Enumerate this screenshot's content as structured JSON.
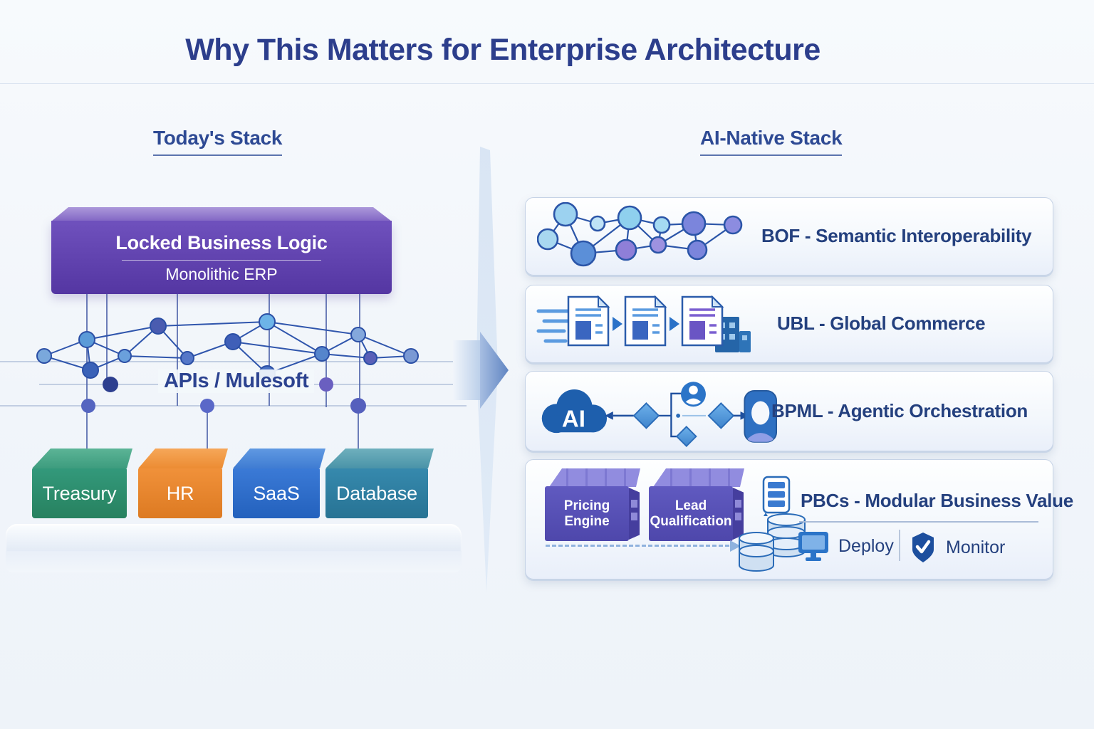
{
  "title": "Why This Matters for Enterprise Architecture",
  "left_panel": {
    "heading": "Today's Stack",
    "erp_box": {
      "title": "Locked Business Logic",
      "subtitle": "Monolithic ERP"
    },
    "middleware_label": "APIs / Mulesoft",
    "system_boxes": [
      {
        "label": "Treasury",
        "color": "#2e8f72"
      },
      {
        "label": "HR",
        "color": "#e8852e"
      },
      {
        "label": "SaaS",
        "color": "#2b6cc8"
      },
      {
        "label": "Database",
        "color": "#2f82a5"
      }
    ]
  },
  "right_panel": {
    "heading": "AI-Native Stack",
    "rows": [
      {
        "icon": "network-graph-icon",
        "label": "BOF - Semantic Interoperability"
      },
      {
        "icon": "document-flow-icon",
        "label": "UBL - Global Commerce"
      },
      {
        "icon": "ai-orchestration-icon",
        "cloud_text": "AI",
        "label": "BPML - Agentic Orchestration"
      },
      {
        "icon": "modular-components-icon",
        "label": "PBCs - Modular Business Value",
        "modules": [
          {
            "label": "Pricing Engine"
          },
          {
            "label": "Lead Qualification"
          }
        ],
        "actions": [
          {
            "icon": "monitor-screen-icon",
            "label": "Deploy"
          },
          {
            "icon": "shield-check-icon",
            "label": "Monitor"
          }
        ]
      }
    ]
  },
  "colors": {
    "title_text": "#2c3e8c",
    "heading_text": "#2e4a94",
    "card_label_text": "#24407e",
    "erp_purple": "#5e3fae",
    "module_purple": "#5651b5",
    "accent_blue": "#2b6cb8",
    "background": "#f3f6fa"
  }
}
